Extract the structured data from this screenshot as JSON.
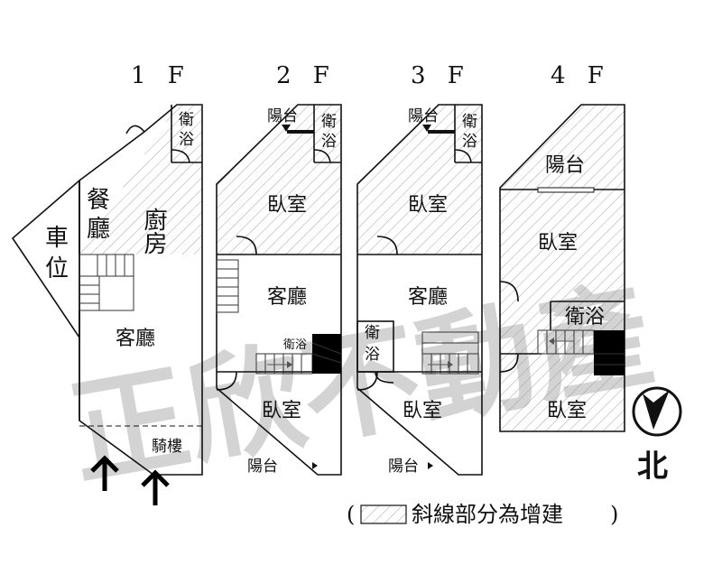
{
  "floors": [
    {
      "label": "1 F",
      "rooms": {
        "kitchen": "廚房",
        "dining_1": "餐",
        "dining_2": "廳",
        "parking_1": "車",
        "parking_2": "位",
        "living": "客廳",
        "arcade": "騎樓",
        "bath_1": "衛",
        "bath_2": "浴"
      }
    },
    {
      "label": "2 F",
      "rooms": {
        "balcony_top": "陽台",
        "bath_1": "衛",
        "bath_2": "浴",
        "bedroom_top": "臥室",
        "living": "客廳",
        "bath_mid": "衛浴",
        "bedroom_bottom": "臥室",
        "balcony_bottom": "陽台"
      }
    },
    {
      "label": "3 F",
      "rooms": {
        "balcony_top": "陽台",
        "bath_1": "衛",
        "bath_2": "浴",
        "bedroom_top": "臥室",
        "living": "客廳",
        "bath_side_1": "衛",
        "bath_side_2": "浴",
        "bedroom_bottom": "臥室",
        "balcony_bottom": "陽台"
      }
    },
    {
      "label": "4 F",
      "rooms": {
        "balcony": "陽台",
        "bedroom_top": "臥室",
        "bath": "衛浴",
        "bedroom_bottom": "臥室"
      }
    }
  ],
  "north_label": "北",
  "legend": {
    "open": "(",
    "text": "斜線部分為增建",
    "close": ")"
  },
  "watermark": "正欣不動產"
}
